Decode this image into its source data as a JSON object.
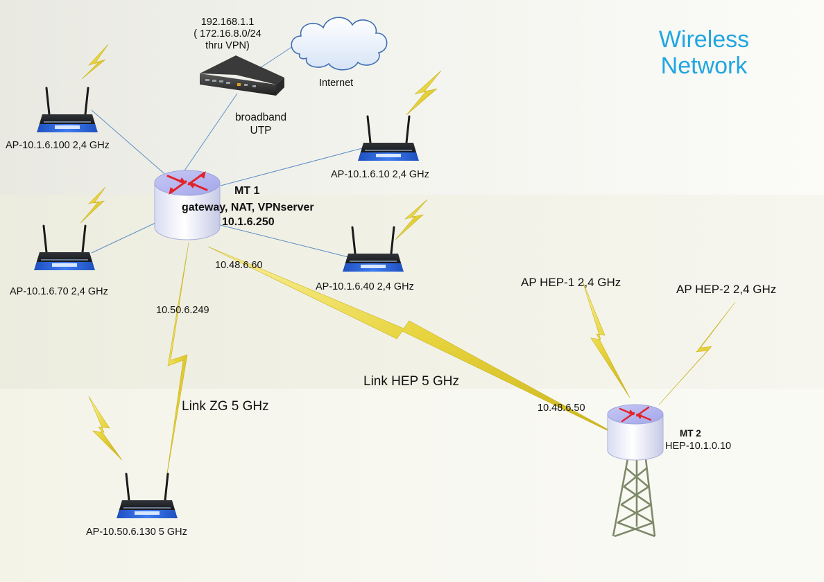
{
  "title": {
    "line1": "Wireless",
    "line2": "Network"
  },
  "internet": {
    "label": "Internet",
    "icon": "cloud-icon"
  },
  "gateway": {
    "ip": "192.168.1.1",
    "vpn_line1": "( 172.16.8.0/24",
    "vpn_line2": "thru VPN)",
    "link_line1": "broadband",
    "link_line2": "UTP",
    "icon": "modem-icon"
  },
  "mt1": {
    "name": "MT 1",
    "role": "gateway, NAT, VPNserver",
    "ip": "10.1.6.250",
    "icon": "router-icon"
  },
  "mt2": {
    "name": "MT 2",
    "ip": "HEP-10.1.0.10",
    "icon": "router-tower-icon"
  },
  "access_points": [
    {
      "label": "AP-10.1.6.100  2,4 GHz"
    },
    {
      "label": "AP-10.1.6.10  2,4 GHz"
    },
    {
      "label": "AP-10.1.6.70  2,4 GHz"
    },
    {
      "label": "AP-10.1.6.40  2,4 GHz"
    },
    {
      "label": "AP-10.50.6.130  5 GHz"
    }
  ],
  "hep_aps": [
    {
      "label": "AP HEP-1  2,4 GHz"
    },
    {
      "label": "AP HEP-2  2,4 GHz"
    }
  ],
  "links": {
    "zg": {
      "label": "Link ZG 5 GHz",
      "ip": "10.50.6.249"
    },
    "hep": {
      "label": "Link HEP 5 GHz",
      "ip_mt1": "10.48.6.60",
      "ip_mt2": "10.48.6.50"
    }
  },
  "colors": {
    "title": "#21a6e0",
    "wire": "#5b8ec4",
    "lightning": "#e6d53a",
    "router_red": "#e3222a",
    "ap_blue": "#2a62d6"
  }
}
